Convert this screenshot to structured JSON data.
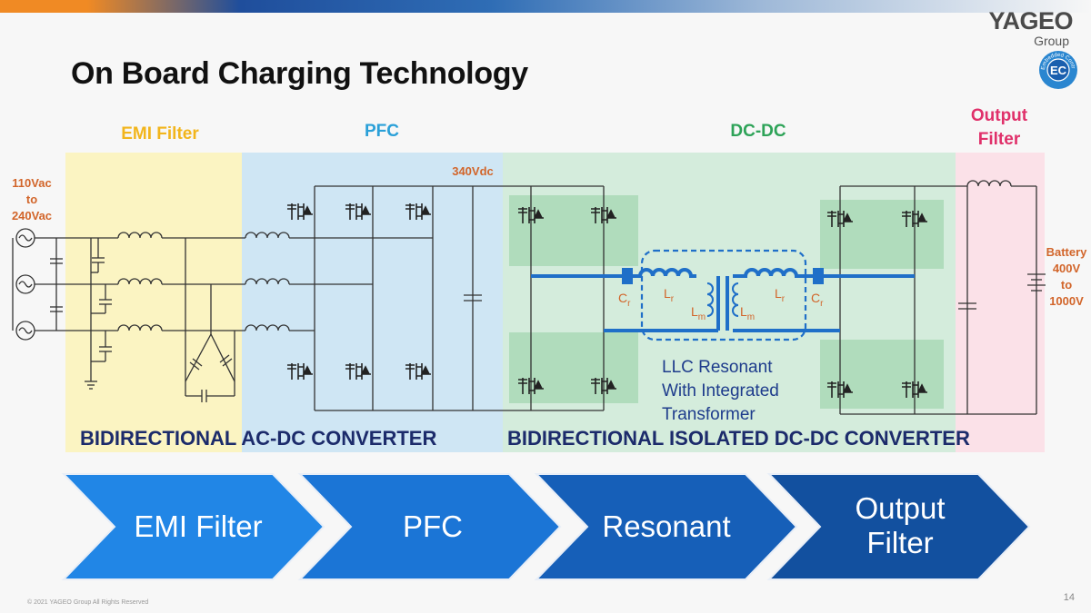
{
  "slide": {
    "title": "On Board Charging Technology",
    "brand": "YAGEO",
    "brand_sub": "Group",
    "badge_text": "EC",
    "badge_ring": "Embedded Controller",
    "footer": "© 2021 YAGEO Group All Rights Reserved",
    "page_number": "14"
  },
  "sections": {
    "emi": "EMI Filter",
    "pfc": "PFC",
    "dcdc": "DC-DC",
    "output_line1": "Output",
    "output_line2": "Filter"
  },
  "labels": {
    "input_line1": "110Vac",
    "input_line2": "to",
    "input_line3": "240Vac",
    "bus_voltage": "340Vdc",
    "battery_line1": "Battery",
    "battery_line2": "400V",
    "battery_line3": "to",
    "battery_line4": "1000V",
    "llc_line1": "LLC Resonant",
    "llc_line2": "With Integrated",
    "llc_line3": "Transformer",
    "cr": "C",
    "lr": "L",
    "lm": "L",
    "sub_r": "r",
    "sub_m": "m"
  },
  "converters": {
    "acdc": "BIDIRECTIONAL AC-DC CONVERTER",
    "dcdc": "BIDIRECTIONAL ISOLATED DC-DC CONVERTER"
  },
  "flow": [
    {
      "label": "EMI Filter"
    },
    {
      "label": "PFC"
    },
    {
      "label": "Resonant"
    },
    {
      "line1": "Output",
      "line2": "Filter"
    }
  ],
  "colors": {
    "emi_bg": "#fbf4c2",
    "pfc_bg": "#cfe6f4",
    "dcdc_bg": "#d4ecdc",
    "output_bg": "#fbe1e8",
    "emi_text": "#f2b51c",
    "pfc_text": "#2aa0d8",
    "dcdc_text": "#2ea358",
    "output_text": "#e0306a",
    "resonant_blue": "#1f6fc8",
    "arrow1": "#2186e6",
    "arrow2": "#1b75d6",
    "arrow3": "#165fb8",
    "arrow4": "#12509f"
  }
}
